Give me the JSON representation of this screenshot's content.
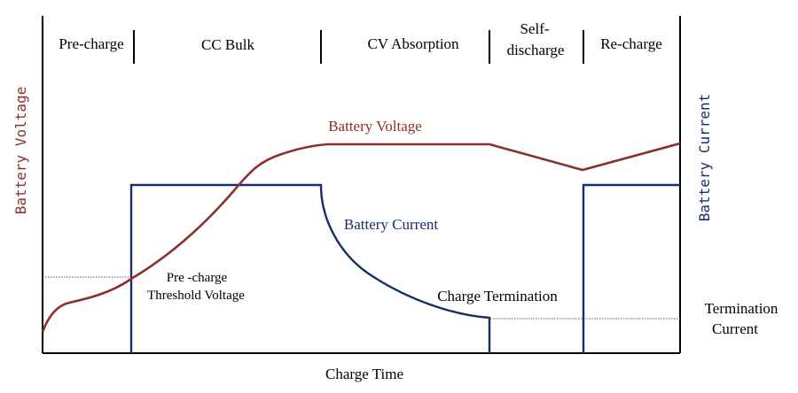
{
  "phases": {
    "precharge": "Pre-charge",
    "cc_bulk": "CC Bulk",
    "cv_absorption": "CV Absorption",
    "self_discharge_line1": "Self-",
    "self_discharge_line2": "discharge",
    "recharge": "Re-charge"
  },
  "axes": {
    "left": "Battery Voltage",
    "right": "Battery Current",
    "bottom": "Charge Time"
  },
  "curve_labels": {
    "voltage": "Battery Voltage",
    "current": "Battery Current"
  },
  "annotations": {
    "threshold_line1": "Pre -charge",
    "threshold_line2": "Threshold Voltage",
    "charge_termination": "Charge Termination",
    "termination_current_line1": "Termination",
    "termination_current_line2": "Current"
  },
  "colors": {
    "voltage": "#8b2f2a",
    "current": "#1a2d6b",
    "axis": "#000000",
    "guide": "#555555"
  }
}
